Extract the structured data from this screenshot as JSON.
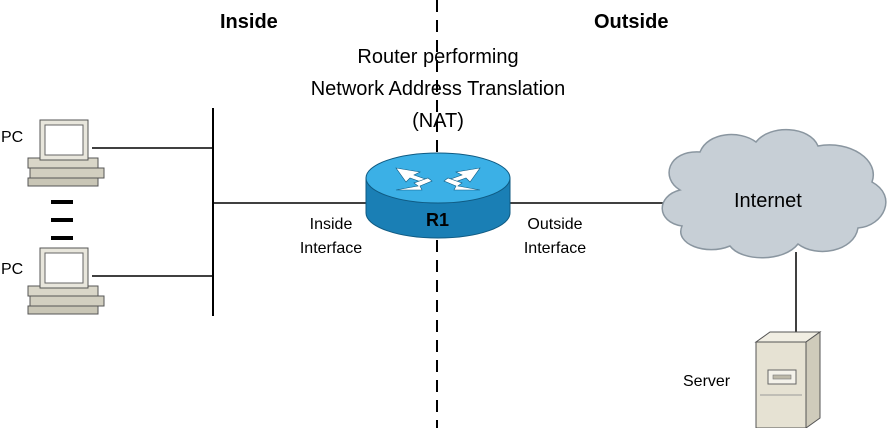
{
  "zones": {
    "inside": "Inside",
    "outside": "Outside"
  },
  "router": {
    "caption_line1": "Router performing",
    "caption_line2": "Network Address Translation",
    "caption_line3": "(NAT)",
    "name": "R1",
    "inside_interface_line1": "Inside",
    "inside_interface_line2": "Interface",
    "outside_interface_line1": "Outside",
    "outside_interface_line2": "Interface"
  },
  "hosts": [
    {
      "label": "PC"
    },
    {
      "label": "PC"
    }
  ],
  "cloud": {
    "label": "Internet"
  },
  "server": {
    "label": "Server"
  },
  "colors": {
    "router_top": "#3bb0e6",
    "router_side": "#1a7fb5",
    "cloud_fill": "#c7cfd6",
    "cloud_stroke": "#8a96a0",
    "server_fill": "#e6e2d3",
    "pc_fill": "#e8e6dc"
  }
}
